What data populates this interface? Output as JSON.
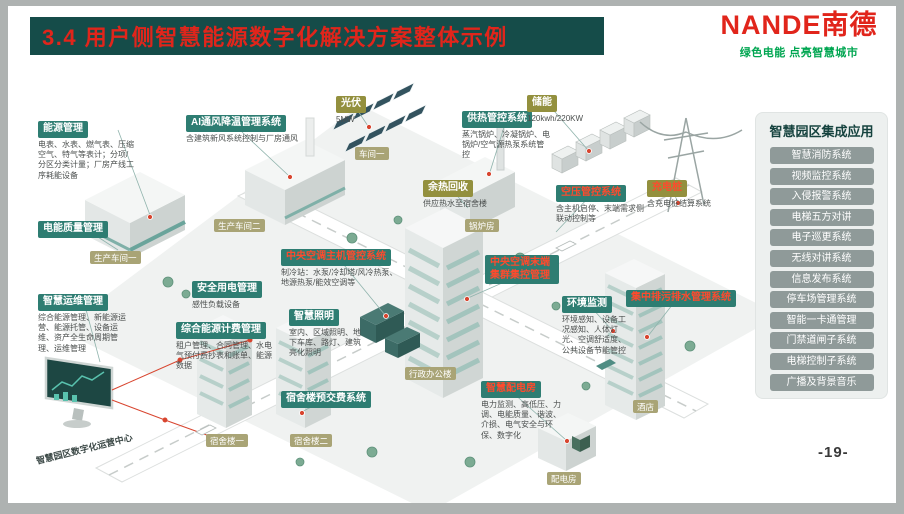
{
  "slide": {
    "title": "3.4 用户侧智慧能源数字化解决方案整体示例",
    "page_number": "-19-"
  },
  "logo": {
    "brand": "NANDE南德",
    "tagline": "绿色电能 点亮智慧城市"
  },
  "colors": {
    "title_red": "#e1251b",
    "title_bar_bg": "#154c49",
    "callout_teal": "#2e7d72",
    "callout_olive": "#93903e",
    "highlight_red": "#ff4a2d",
    "brand_green": "#00a651",
    "panel_item_gray": "#8f9a99"
  },
  "side_panel": {
    "title": "智慧园区集成应用",
    "items": [
      "智慧消防系统",
      "视频监控系统",
      "入侵报警系统",
      "电梯五方对讲",
      "电子巡更系统",
      "无线对讲系统",
      "信息发布系统",
      "停车场管理系统",
      "智能一卡通管理",
      "门禁道闸子系统",
      "电梯控制子系统",
      "广播及背景音乐"
    ]
  },
  "diagram": {
    "caption": "智慧园区数字化运营中心",
    "callouts": [
      {
        "title": "能源管理",
        "desc": "电表、水表、燃气表、压缩空气、特气等表计；分项/分区分类计量；厂房产线工序耗能设备"
      },
      {
        "title": "电能质量管理",
        "desc": ""
      },
      {
        "title": "智慧运维管理",
        "desc": "综合能源管理、新能源运营、能源托管、设备运维、资产全生命周期管理、运维管理"
      },
      {
        "title": "AI通风降温管理系统",
        "desc": "含建筑新风系统控制与厂房通风"
      },
      {
        "title": "光伏",
        "desc": "5MW"
      },
      {
        "title": "供热管控系统",
        "desc": "蒸汽锅炉、冷凝锅炉、电锅炉/空气源热泵系统管控"
      },
      {
        "title": "储能",
        "desc": "120kwh/220KW"
      },
      {
        "title": "余热回收",
        "desc": "供应热水至宿舍楼"
      },
      {
        "title": "空压管控系统",
        "desc": "含主机启停、末端需求侧联动控制等"
      },
      {
        "title": "充电桩",
        "desc": "含充电桩结算系统"
      },
      {
        "title": "中央空调主机管控系统",
        "desc": "制冷站：水泵/冷却塔/风冷热泵、地源热泵/能效空调等"
      },
      {
        "title": "中央空调末端集群集控管理",
        "desc": ""
      },
      {
        "title": "安全用电管理",
        "desc": "感性负载设备"
      },
      {
        "title": "智慧照明",
        "desc": "室内、区域照明、地下车库、路灯、建筑亮化照明"
      },
      {
        "title": "综合能源计费管理",
        "desc": "租户管理、合同管理、水电气预付费抄表和账单、能源数据"
      },
      {
        "title": "环境监测",
        "desc": "环境感知、设备工况感知、人体灯光、空调舒适度、公共设备节能管控"
      },
      {
        "title": "集中排污排水管理系统",
        "desc": ""
      },
      {
        "title": "宿舍楼预交费系统",
        "desc": ""
      },
      {
        "title": "智慧配电房",
        "desc": "电力监测、高低压、力调、电能质量、谐波、介损、电气安全与环保、数字化"
      }
    ],
    "location_tags": [
      "生产车间一",
      "生产车间二",
      "车间一",
      "锅炉房",
      "宿舍楼一",
      "宿舍楼二",
      "行政办公楼",
      "酒店",
      "配电房"
    ]
  }
}
